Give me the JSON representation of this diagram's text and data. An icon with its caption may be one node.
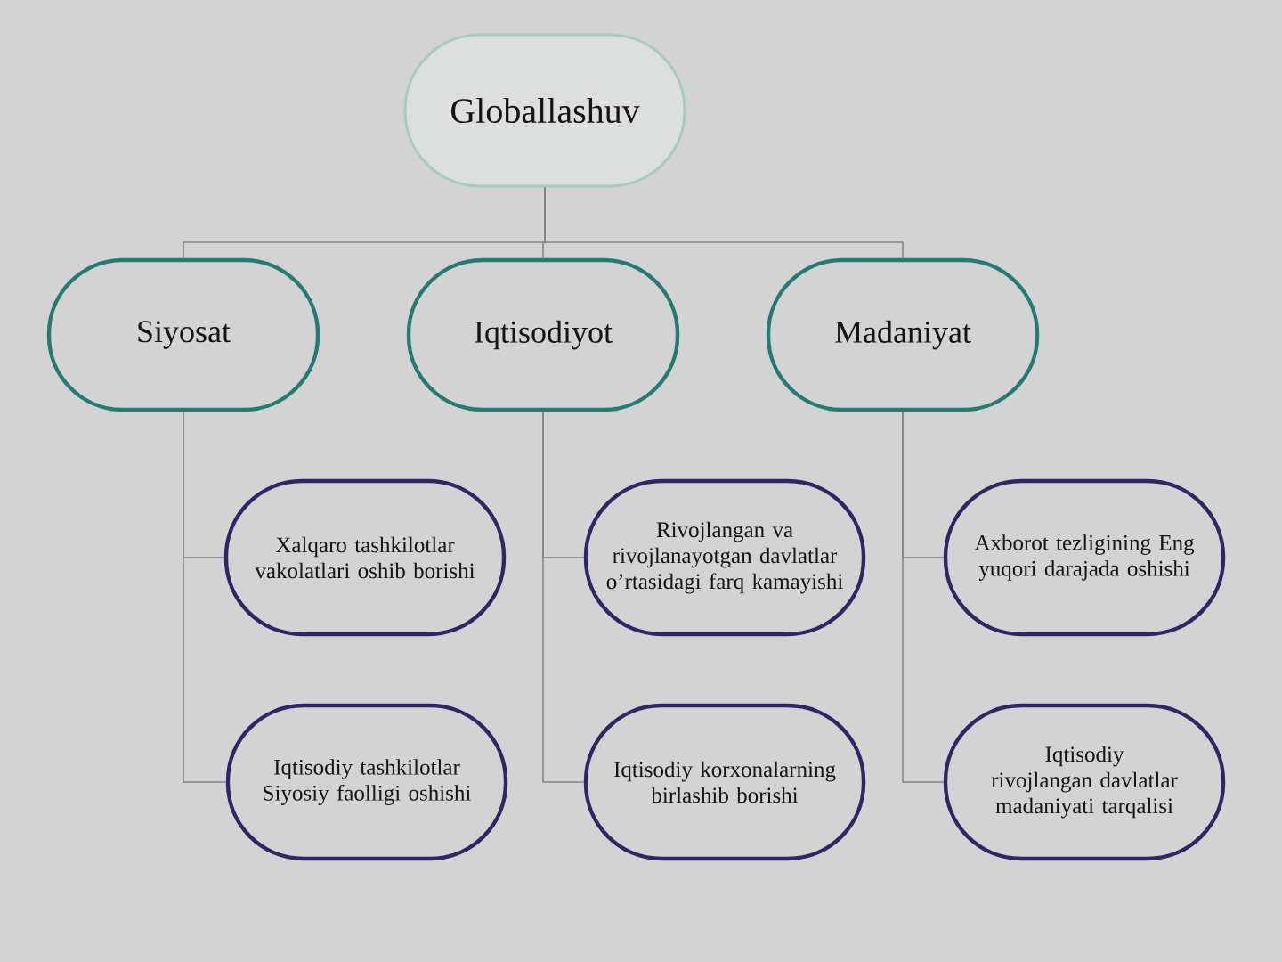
{
  "diagram": {
    "nodes": [
      {
        "text": [
          "Globallashuv"
        ]
      },
      {
        "text": [
          "Siyosat"
        ]
      },
      {
        "text": [
          "Iqtisodiyot"
        ]
      },
      {
        "text": [
          "Madaniyat"
        ]
      },
      {
        "text": [
          "Xalqaro tashkilotlar vakolatlari oshib borishi"
        ]
      },
      {
        "text": [
          "Iqtisodiy tashkilotlar Siyosiy faolligi oshishi"
        ]
      },
      {
        "text": [
          "Rivojlangan va rivojlanayotgan davlatlar o’rtasidagi farq kamayishi"
        ]
      },
      {
        "text": [
          "Iqtisodiy korxonalarning birlashib borishi"
        ]
      },
      {
        "text": [
          "Axborot tezligining Eng yuqori darajada oshishi"
        ]
      },
      {
        "text": [
          "Iqtisodiy rivojlangan davlatlar madaniyati tarqalisi"
        ]
      }
    ],
    "edges": [
      {
        "from": 0,
        "to": 1,
        "arrow": "none"
      },
      {
        "from": 0,
        "to": 2,
        "arrow": "none"
      },
      {
        "from": 0,
        "to": 3,
        "arrow": "none"
      },
      {
        "from": 1,
        "to": 4,
        "arrow": "none"
      },
      {
        "from": 1,
        "to": 5,
        "arrow": "none"
      },
      {
        "from": 2,
        "to": 6,
        "arrow": "none"
      },
      {
        "from": 2,
        "to": 7,
        "arrow": "none"
      },
      {
        "from": 3,
        "to": 8,
        "arrow": "none"
      },
      {
        "from": 3,
        "to": 9,
        "arrow": "none"
      }
    ]
  }
}
